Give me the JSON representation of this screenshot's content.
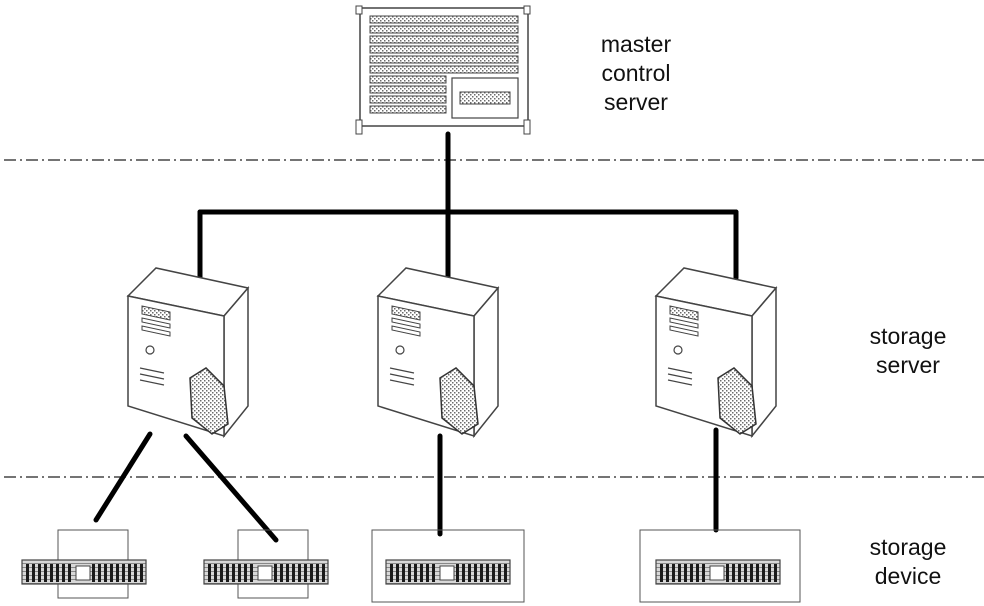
{
  "labels": {
    "master": [
      "master",
      "control",
      "server"
    ],
    "storage_server": [
      "storage",
      "server"
    ],
    "storage_device": [
      "storage",
      "device"
    ]
  },
  "diagram": {
    "tiers": [
      "master control server",
      "storage server",
      "storage device"
    ],
    "storage_server_count": 3,
    "storage_device_count": 4,
    "colors": {
      "line": "#000000",
      "outline": "#333333",
      "stipple": "#7a7a7a",
      "background": "#ffffff"
    }
  }
}
